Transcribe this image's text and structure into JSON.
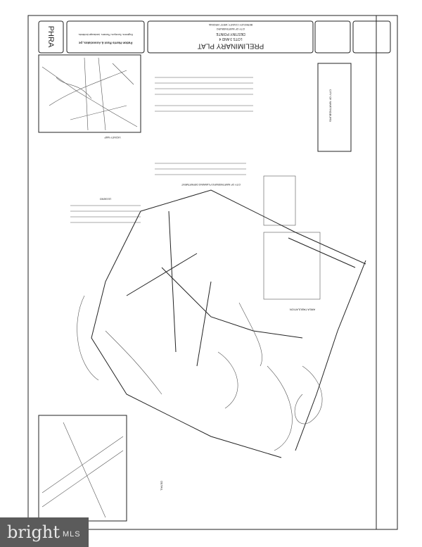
{
  "title_block": {
    "title": "PRELIMINARY PLAT",
    "line1": "LOTS 3 AND 4",
    "line2": "DESTINY POINTE",
    "line3": "CITY OF MARTINSBURG",
    "line4": "BERKELEY COUNTY, WEST VIRGINIA"
  },
  "firm": {
    "logo": "PHRA",
    "name": "Patton Harris Rust & Associates, pc",
    "tagline": "Engineers. Surveyors. Planners. Landscape Architects."
  },
  "vicinity_map": {
    "label": "VICINITY MAP"
  },
  "legend": {
    "label": "LEGEND"
  },
  "area_tabulation": {
    "label": "AREA TABULATION"
  },
  "city_box": {
    "label": "CITY OF MARTINSBURG"
  },
  "approval": {
    "label": "CITY OF MARTINSBURG PLANNING DEPARTMENT"
  },
  "detail": {
    "label": "DETAIL"
  },
  "watermark": {
    "brand": "bright",
    "suffix": "MLS"
  }
}
